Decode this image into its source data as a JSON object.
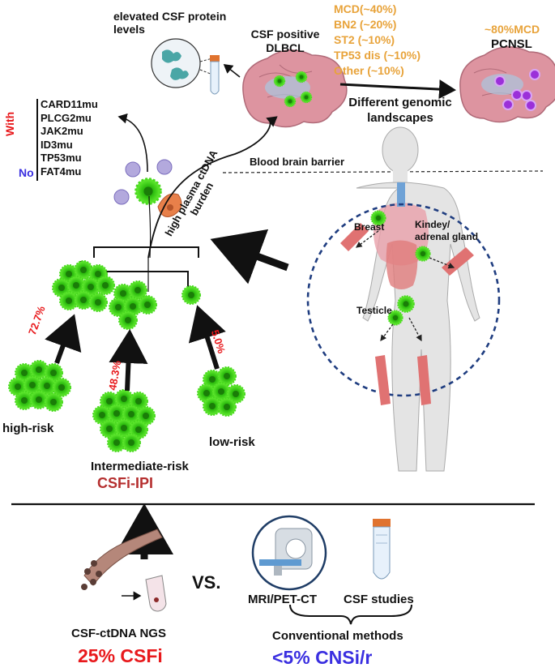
{
  "labels": {
    "elevated_csf": "elevated CSF protein levels",
    "csf_positive": "CSF positive DLBCL",
    "subtypes": [
      "MCD(~40%)",
      "BN2 (~20%)",
      "ST2 (~10%)",
      "TP53 dis (~10%)",
      "Other (~10%)"
    ],
    "pcnsl_mcd": "~80%MCD",
    "pcnsl": "PCNSL",
    "different_genomic": "Different genomic landscapes",
    "blood_brain_barrier": "Blood brain barrier",
    "with": "With",
    "no": "No",
    "mutations_with": [
      "CARD11mu",
      "PLCG2mu",
      "JAK2mu",
      "ID3mu",
      "TP53mu"
    ],
    "mutation_no": "FAT4mu",
    "ctdna_burden": "high plasma ctDNA burden",
    "organs": {
      "breast": "Breast",
      "kidney": "Kindey/ adrenal gland",
      "testicle": "Testicle"
    },
    "percents": {
      "high": "72.7%",
      "intermediate": "48.3%",
      "low": "5.0%"
    },
    "risks": {
      "high": "high-risk",
      "intermediate": "Intermediate-risk",
      "low": "low-risk"
    },
    "csfi_ipi": "CSFi-IPI",
    "vs": "VS.",
    "mri": "MRI/PET-CT",
    "csf_studies": "CSF studies",
    "conventional": "Conventional methods",
    "ctdna_ngs": "CSF-ctDNA NGS",
    "csfi_25": "25% CSFi",
    "cnsi_5": "<5% CNSi/r"
  },
  "colors": {
    "subtype_text": "#e8a33a",
    "red_text": "#e8191c",
    "blue_text": "#3a2fe0",
    "csfi_ipi_text": "#b52f2f",
    "tumor_green": "#33cc11",
    "dashed_circle": "#1f3d80",
    "brain_pink": "#d98b98",
    "purple_cell": "#9b30d9"
  },
  "icons": [
    "brain-icon",
    "test-tube-icon",
    "protein-magnifier-icon",
    "human-body-icon",
    "tumor-cluster-icon",
    "immune-cell-icon",
    "mri-scanner-icon",
    "blood-vessel-icon"
  ]
}
